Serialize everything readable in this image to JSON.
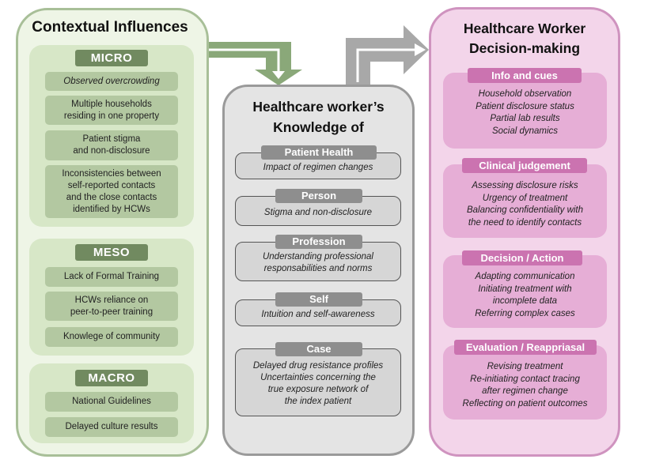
{
  "context": {
    "title": "Contextual Influences",
    "micro": {
      "label": "MICRO",
      "items": [
        "Observed overcrowding",
        "Multiple households\nresiding in one property",
        "Patient stigma\nand non-disclosure",
        "Inconsistencies between\nself-reported contacts\nand the close contacts\nidentified by HCWs"
      ]
    },
    "meso": {
      "label": "MESO",
      "items": [
        "Lack of Formal Training",
        "HCWs reliance on\npeer-to-peer training",
        "Knowlege of community"
      ]
    },
    "macro": {
      "label": "MACRO",
      "items": [
        "National Guidelines",
        "Delayed culture results"
      ]
    }
  },
  "knowledge": {
    "title": "Healthcare worker’s\nKnowledge of",
    "sections": [
      {
        "label": "Patient Health",
        "text": "Impact of regimen changes"
      },
      {
        "label": "Person",
        "text": "Stigma and non-disclosure"
      },
      {
        "label": "Profession",
        "text": "Understanding professional\nresponsabilities and norms"
      },
      {
        "label": "Self",
        "text": "Intuition and self-awareness"
      },
      {
        "label": "Case",
        "text": "Delayed drug resistance profiles\nUncertainties concerning the\ntrue exposure network of\nthe index patient"
      }
    ]
  },
  "decision": {
    "title": "Healthcare Worker\nDecision-making",
    "sections": [
      {
        "label": "Info and cues",
        "text": "Household observation\nPatient disclosure status\nPartial lab results\nSocial dynamics"
      },
      {
        "label": "Clinical judgement",
        "text": "Assessing disclosure risks\nUrgency of treatment\nBalancing confidentiality with\nthe need to identify contacts"
      },
      {
        "label": "Decision / Action",
        "text": "Adapting communication\nInitiating treatment with\nincomplete data\nReferring complex cases"
      },
      {
        "label": "Evaluation / Reappriasal",
        "text": "Revising treatment\nRe-initiating contact tracing\nafter regimen change\nReflecting on patient outcomes"
      }
    ]
  },
  "colors": {
    "green_panel": "#eef5e6",
    "green_accent": "#718a60",
    "gray_panel": "#e4e4e4",
    "gray_accent": "#8e8e8e",
    "pink_panel": "#f3d5ea",
    "pink_accent": "#cb73b0"
  }
}
